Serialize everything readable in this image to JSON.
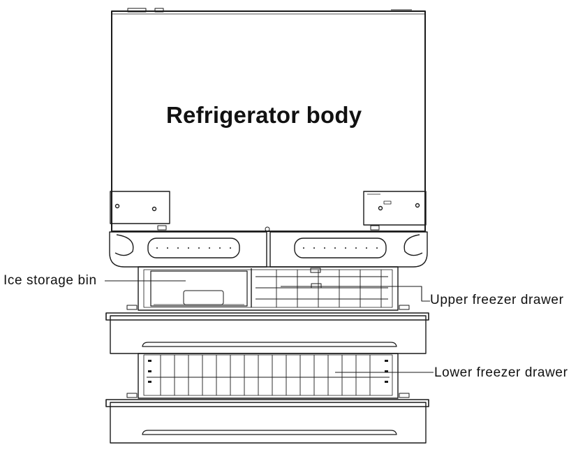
{
  "diagram": {
    "title": "Refrigerator body",
    "callouts": {
      "ice_bin": "Ice storage bin",
      "upper_drawer": "Upper freezer drawer",
      "lower_drawer": "Lower freezer drawer"
    },
    "colors": {
      "stroke": "#1a1a1a",
      "background": "#ffffff"
    }
  }
}
